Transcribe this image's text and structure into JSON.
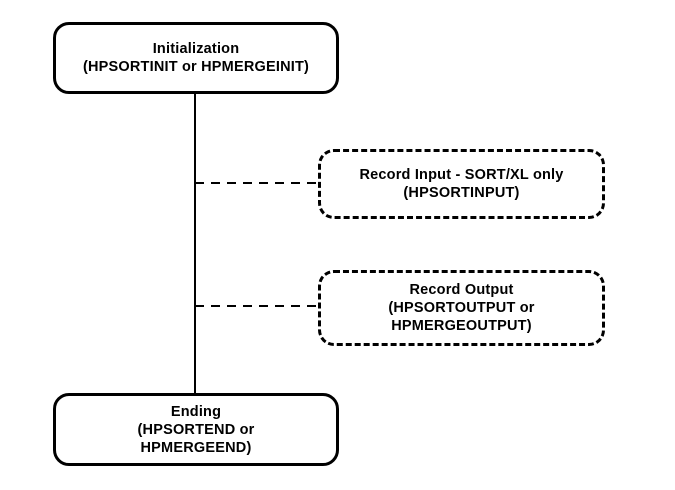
{
  "diagram": {
    "nodes": [
      {
        "id": "init",
        "style": "solid",
        "lines": [
          "Initialization",
          "(HPSORTINIT or HPMERGEINIT)"
        ]
      },
      {
        "id": "input",
        "style": "dashed",
        "lines": [
          "Record Input - SORT/XL only",
          "(HPSORTINPUT)"
        ]
      },
      {
        "id": "output",
        "style": "dashed",
        "lines": [
          "Record Output",
          "(HPSORTOUTPUT or",
          "HPMERGEOUTPUT)"
        ]
      },
      {
        "id": "end",
        "style": "solid",
        "lines": [
          "Ending",
          "(HPSORTEND or",
          "HPMERGEEND)"
        ]
      }
    ],
    "edges": [
      {
        "from": "init",
        "to": "end",
        "style": "solid"
      },
      {
        "from": "trunk",
        "to": "input",
        "style": "dashed"
      },
      {
        "from": "trunk",
        "to": "output",
        "style": "dashed"
      }
    ]
  }
}
